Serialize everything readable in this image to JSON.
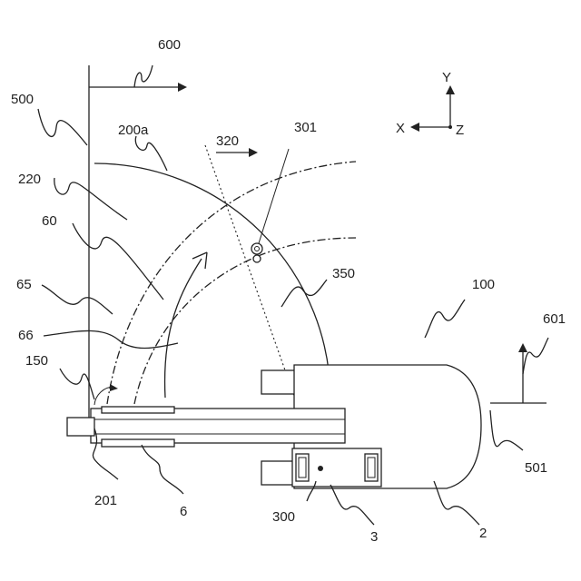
{
  "axes": {
    "y": "Y",
    "x": "X",
    "z": "Z"
  },
  "labels": {
    "l600": "600",
    "l500": "500",
    "l200a": "200a",
    "l320": "320",
    "l301": "301",
    "l220": "220",
    "l60": "60",
    "l65": "65",
    "l350": "350",
    "l100": "100",
    "l66": "66",
    "l601": "601",
    "l150": "150",
    "l501": "501",
    "l201": "201",
    "l6": "6",
    "l300": "300",
    "l3": "3",
    "l2": "2"
  }
}
